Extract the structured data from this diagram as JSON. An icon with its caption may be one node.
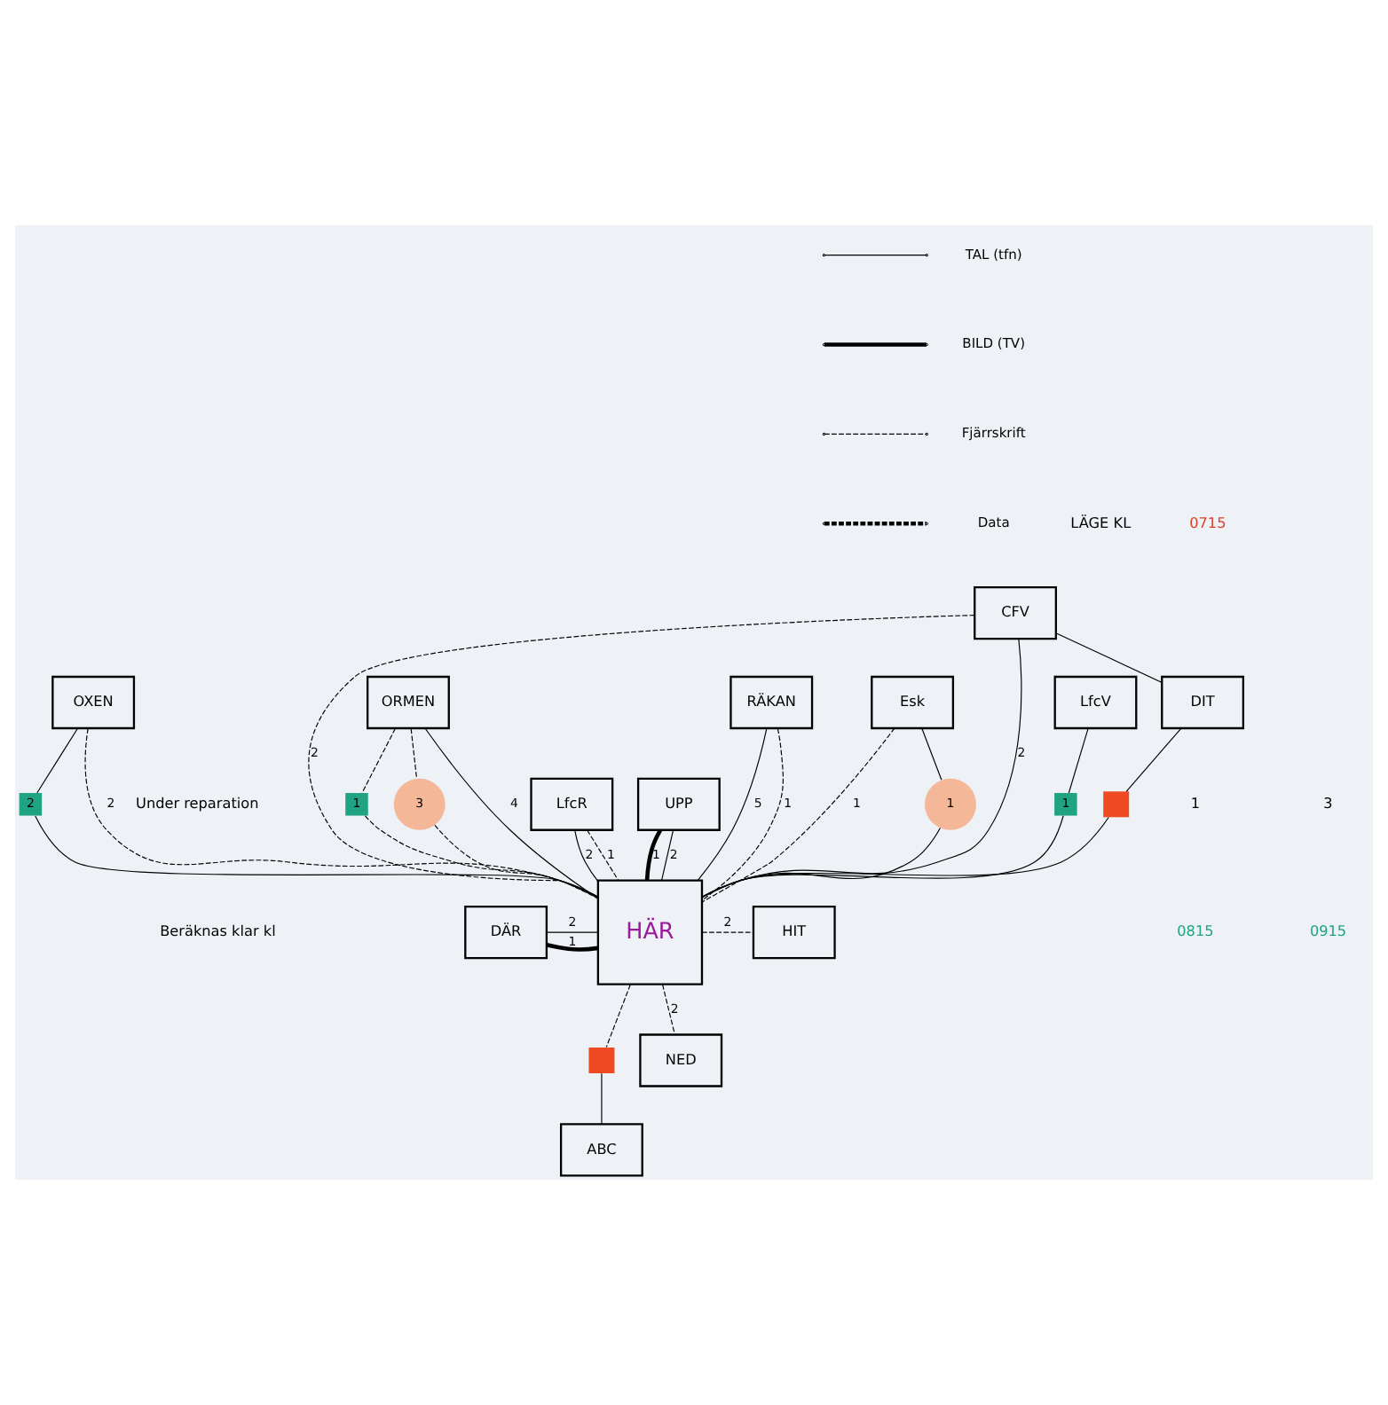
{
  "diagram": {
    "nodes": [
      {
        "text": [
          "CFV"
        ]
      },
      {
        "text": [
          "Esk"
        ]
      },
      {
        "text": [
          "LfcR"
        ]
      },
      {
        "text": [
          "LfcV"
        ]
      },
      {
        "text": [
          "1"
        ]
      },
      {
        "text": [
          "1"
        ]
      },
      {
        "text": [
          "DIT"
        ]
      },
      {
        "text": [],
        "shape": "box"
      },
      {
        "text": [],
        "shape": "box"
      },
      {
        "text": [
          "ABC"
        ]
      },
      {
        "text": [
          "DÄR"
        ]
      },
      {
        "text": [
          "HÄR"
        ]
      },
      {
        "text": [
          "HIT"
        ]
      },
      {
        "text": [
          "UPP"
        ]
      },
      {
        "text": [
          "NED"
        ]
      },
      {
        "text": [
          "2"
        ]
      },
      {
        "text": [
          "1"
        ]
      },
      {
        "text": [
          "3"
        ]
      },
      {
        "text": [
          "RÄKAN"
        ]
      },
      {
        "text": [
          "OXEN"
        ]
      },
      {
        "text": [
          "ORMEN"
        ]
      }
    ],
    "edges": [
      {
        "from": 0,
        "to": 6,
        "arrow": "none"
      },
      {
        "from": 0,
        "to": 11,
        "arrow": "none",
        "label": "2",
        "style": "dashed"
      },
      {
        "from": 0,
        "to": 11,
        "arrow": "none",
        "label": "2"
      },
      {
        "from": 1,
        "to": 11,
        "arrow": "none",
        "label": "1",
        "style": "dashed"
      },
      {
        "from": 1,
        "to": 4,
        "arrow": "none"
      },
      {
        "from": 4,
        "to": 11,
        "arrow": "none"
      },
      {
        "from": 2,
        "to": 11,
        "arrow": "none",
        "label": "1",
        "style": "dashed"
      },
      {
        "from": 2,
        "to": 11,
        "arrow": "none",
        "label": "2"
      },
      {
        "from": 3,
        "to": 5,
        "arrow": "none"
      },
      {
        "from": 5,
        "to": 11,
        "arrow": "none"
      },
      {
        "from": 6,
        "to": 7,
        "arrow": "none"
      },
      {
        "from": 7,
        "to": 11,
        "arrow": "none"
      },
      {
        "from": 11,
        "to": 8,
        "arrow": "none",
        "style": "dashed"
      },
      {
        "from": 8,
        "to": 9,
        "arrow": "none"
      },
      {
        "from": 10,
        "to": 11,
        "arrow": "none",
        "label": "2"
      },
      {
        "from": 10,
        "to": 11,
        "arrow": "none",
        "label": "1",
        "style": "thick"
      },
      {
        "from": 11,
        "to": 12,
        "arrow": "none",
        "label": "2",
        "style": "dashed"
      },
      {
        "from": 13,
        "to": 11,
        "arrow": "none",
        "label": "2"
      },
      {
        "from": 13,
        "to": 11,
        "arrow": "none",
        "label": "1",
        "style": "thick"
      },
      {
        "from": 11,
        "to": 14,
        "arrow": "none",
        "label": "2",
        "style": "dashed"
      },
      {
        "from": 18,
        "to": 11,
        "arrow": "none",
        "label": "5"
      },
      {
        "from": 18,
        "to": 11,
        "arrow": "none",
        "label": "1",
        "style": "dashed"
      },
      {
        "from": 19,
        "to": 15,
        "arrow": "none"
      },
      {
        "from": 15,
        "to": 11,
        "arrow": "none"
      },
      {
        "from": 19,
        "to": 11,
        "arrow": "none",
        "label": "2",
        "style": "dashed"
      },
      {
        "from": 20,
        "to": 11,
        "arrow": "none",
        "label": "4"
      },
      {
        "from": 20,
        "to": 16,
        "arrow": "none",
        "style": "dashed"
      },
      {
        "from": 16,
        "to": 11,
        "arrow": "none",
        "style": "dashed"
      },
      {
        "from": 20,
        "to": 17,
        "arrow": "none",
        "style": "dashed"
      },
      {
        "from": 17,
        "to": 11,
        "arrow": "none",
        "style": "dashed"
      }
    ],
    "labels": [
      "LÄGE KL",
      "0715",
      "Under reparation",
      "1",
      "3",
      "Beräknas klar kl",
      "0815",
      "0915"
    ],
    "legend": [
      {
        "text": "TAL (tfn)"
      },
      {
        "text": "BILD (TV)"
      },
      {
        "text": "Fjärrskrift"
      },
      {
        "text": "Data"
      }
    ]
  }
}
